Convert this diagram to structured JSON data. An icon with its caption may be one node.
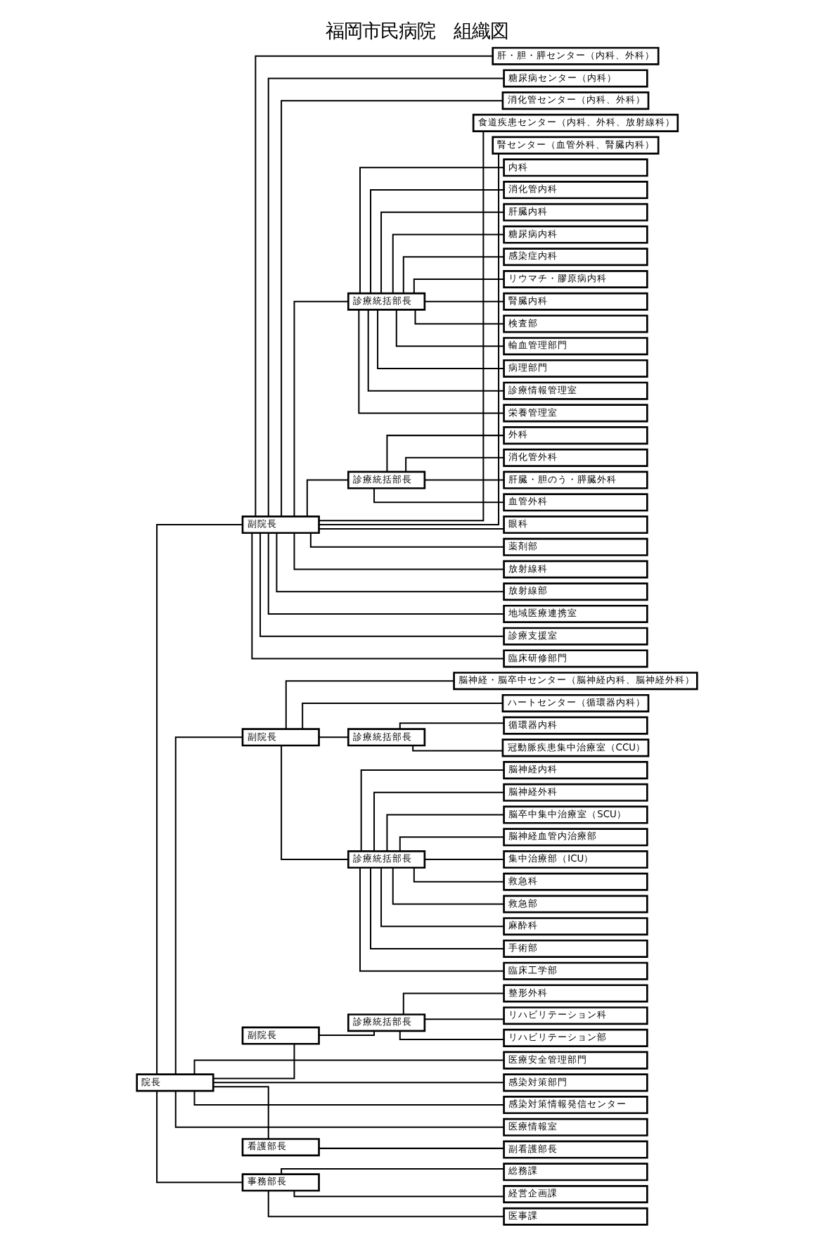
{
  "diagram": {
    "title": "福岡市民病院　組織図",
    "nodes": [
      {
        "text": [
          "院長"
        ]
      },
      {
        "text": [
          "副院長"
        ]
      },
      {
        "text": [
          "肝・胆・膵センター（内科、外科）"
        ]
      },
      {
        "text": [
          "糖尿病センター（内科）"
        ]
      },
      {
        "text": [
          "消化管センター（内科、外科）"
        ]
      },
      {
        "text": [
          "食道疾患センター（内科、外科、放射線科）"
        ]
      },
      {
        "text": [
          "腎センター（血管外科、腎臓内科）"
        ]
      },
      {
        "text": [
          "診療統括部長"
        ]
      },
      {
        "text": [
          "内科"
        ]
      },
      {
        "text": [
          "消化管内科"
        ]
      },
      {
        "text": [
          "肝臓内科"
        ]
      },
      {
        "text": [
          "糖尿病内科"
        ]
      },
      {
        "text": [
          "感染症内科"
        ]
      },
      {
        "text": [
          "リウマチ・膠原病内科"
        ]
      },
      {
        "text": [
          "腎臓内科"
        ]
      },
      {
        "text": [
          "検査部"
        ]
      },
      {
        "text": [
          "輸血管理部門"
        ]
      },
      {
        "text": [
          "病理部門"
        ]
      },
      {
        "text": [
          "診療情報管理室"
        ]
      },
      {
        "text": [
          "栄養管理室"
        ]
      },
      {
        "text": [
          "診療統括部長"
        ]
      },
      {
        "text": [
          "外科"
        ]
      },
      {
        "text": [
          "消化管外科"
        ]
      },
      {
        "text": [
          "肝臓・胆のう・膵臓外科"
        ]
      },
      {
        "text": [
          "血管外科"
        ]
      },
      {
        "text": [
          "眼科"
        ]
      },
      {
        "text": [
          "薬剤部"
        ]
      },
      {
        "text": [
          "放射線科"
        ]
      },
      {
        "text": [
          "放射線部"
        ]
      },
      {
        "text": [
          "地域医療連携室"
        ]
      },
      {
        "text": [
          "診療支援室"
        ]
      },
      {
        "text": [
          "臨床研修部門"
        ]
      },
      {
        "text": [
          "副院長"
        ]
      },
      {
        "text": [
          "脳神経・脳卒中センター（脳神経内科、脳神経外科）"
        ]
      },
      {
        "text": [
          "ハートセンター（循環器内科）"
        ]
      },
      {
        "text": [
          "診療統括部長"
        ]
      },
      {
        "text": [
          "循環器内科"
        ]
      },
      {
        "text": [
          "冠動脈疾患集中治療室（CCU）"
        ]
      },
      {
        "text": [
          "診療統括部長"
        ]
      },
      {
        "text": [
          "脳神経内科"
        ]
      },
      {
        "text": [
          "脳神経外科"
        ]
      },
      {
        "text": [
          "脳卒中集中治療室（SCU）"
        ]
      },
      {
        "text": [
          "脳神経血管内治療部"
        ]
      },
      {
        "text": [
          "集中治療部（ICU）"
        ]
      },
      {
        "text": [
          "救急科"
        ]
      },
      {
        "text": [
          "救急部"
        ]
      },
      {
        "text": [
          "麻酔科"
        ]
      },
      {
        "text": [
          "手術部"
        ]
      },
      {
        "text": [
          "臨床工学部"
        ]
      },
      {
        "text": [
          "副院長"
        ]
      },
      {
        "text": [
          "診療統括部長"
        ]
      },
      {
        "text": [
          "整形外科"
        ]
      },
      {
        "text": [
          "リハビリテーション科"
        ]
      },
      {
        "text": [
          "リハビリテーション部"
        ]
      },
      {
        "text": [
          "医療安全管理部門"
        ]
      },
      {
        "text": [
          "感染対策部門"
        ]
      },
      {
        "text": [
          "感染対策情報発信センター"
        ]
      },
      {
        "text": [
          "医療情報室"
        ]
      },
      {
        "text": [
          "看護部長"
        ]
      },
      {
        "text": [
          "副看護部長"
        ]
      },
      {
        "text": [
          "事務部長"
        ]
      },
      {
        "text": [
          "総務課"
        ]
      },
      {
        "text": [
          "経営企画課"
        ]
      },
      {
        "text": [
          "医事課"
        ]
      }
    ],
    "edges": [
      {
        "from": 0,
        "to": 1,
        "arrow": "none"
      },
      {
        "from": 1,
        "to": 2,
        "arrow": "none"
      },
      {
        "from": 1,
        "to": 3,
        "arrow": "none"
      },
      {
        "from": 1,
        "to": 4,
        "arrow": "none"
      },
      {
        "from": 1,
        "to": 5,
        "arrow": "none"
      },
      {
        "from": 1,
        "to": 6,
        "arrow": "none"
      },
      {
        "from": 1,
        "to": 7,
        "arrow": "none"
      },
      {
        "from": 7,
        "to": 8,
        "arrow": "none"
      },
      {
        "from": 7,
        "to": 9,
        "arrow": "none"
      },
      {
        "from": 7,
        "to": 10,
        "arrow": "none"
      },
      {
        "from": 7,
        "to": 11,
        "arrow": "none"
      },
      {
        "from": 7,
        "to": 12,
        "arrow": "none"
      },
      {
        "from": 7,
        "to": 13,
        "arrow": "none"
      },
      {
        "from": 7,
        "to": 14,
        "arrow": "none"
      },
      {
        "from": 7,
        "to": 15,
        "arrow": "none"
      },
      {
        "from": 7,
        "to": 16,
        "arrow": "none"
      },
      {
        "from": 7,
        "to": 17,
        "arrow": "none"
      },
      {
        "from": 7,
        "to": 18,
        "arrow": "none"
      },
      {
        "from": 7,
        "to": 19,
        "arrow": "none"
      },
      {
        "from": 1,
        "to": 20,
        "arrow": "none"
      },
      {
        "from": 20,
        "to": 21,
        "arrow": "none"
      },
      {
        "from": 20,
        "to": 22,
        "arrow": "none"
      },
      {
        "from": 20,
        "to": 23,
        "arrow": "none"
      },
      {
        "from": 20,
        "to": 24,
        "arrow": "none"
      },
      {
        "from": 1,
        "to": 25,
        "arrow": "none"
      },
      {
        "from": 1,
        "to": 26,
        "arrow": "none"
      },
      {
        "from": 1,
        "to": 27,
        "arrow": "none"
      },
      {
        "from": 1,
        "to": 28,
        "arrow": "none"
      },
      {
        "from": 1,
        "to": 29,
        "arrow": "none"
      },
      {
        "from": 1,
        "to": 30,
        "arrow": "none"
      },
      {
        "from": 1,
        "to": 31,
        "arrow": "none"
      },
      {
        "from": 0,
        "to": 32,
        "arrow": "none"
      },
      {
        "from": 32,
        "to": 33,
        "arrow": "none"
      },
      {
        "from": 32,
        "to": 34,
        "arrow": "none"
      },
      {
        "from": 32,
        "to": 35,
        "arrow": "none"
      },
      {
        "from": 35,
        "to": 36,
        "arrow": "none"
      },
      {
        "from": 35,
        "to": 37,
        "arrow": "none"
      },
      {
        "from": 32,
        "to": 38,
        "arrow": "none"
      },
      {
        "from": 38,
        "to": 39,
        "arrow": "none"
      },
      {
        "from": 38,
        "to": 40,
        "arrow": "none"
      },
      {
        "from": 38,
        "to": 41,
        "arrow": "none"
      },
      {
        "from": 38,
        "to": 42,
        "arrow": "none"
      },
      {
        "from": 38,
        "to": 43,
        "arrow": "none"
      },
      {
        "from": 38,
        "to": 44,
        "arrow": "none"
      },
      {
        "from": 38,
        "to": 45,
        "arrow": "none"
      },
      {
        "from": 38,
        "to": 46,
        "arrow": "none"
      },
      {
        "from": 38,
        "to": 47,
        "arrow": "none"
      },
      {
        "from": 38,
        "to": 48,
        "arrow": "none"
      },
      {
        "from": 0,
        "to": 49,
        "arrow": "none"
      },
      {
        "from": 49,
        "to": 50,
        "arrow": "none"
      },
      {
        "from": 50,
        "to": 51,
        "arrow": "none"
      },
      {
        "from": 50,
        "to": 52,
        "arrow": "none"
      },
      {
        "from": 50,
        "to": 53,
        "arrow": "none"
      },
      {
        "from": 0,
        "to": 54,
        "arrow": "none"
      },
      {
        "from": 0,
        "to": 55,
        "arrow": "none"
      },
      {
        "from": 0,
        "to": 56,
        "arrow": "none"
      },
      {
        "from": 0,
        "to": 57,
        "arrow": "none"
      },
      {
        "from": 0,
        "to": 58,
        "arrow": "none"
      },
      {
        "from": 58,
        "to": 59,
        "arrow": "none"
      },
      {
        "from": 0,
        "to": 60,
        "arrow": "none"
      },
      {
        "from": 60,
        "to": 61,
        "arrow": "none"
      },
      {
        "from": 60,
        "to": 62,
        "arrow": "none"
      },
      {
        "from": 60,
        "to": 63,
        "arrow": "none"
      }
    ]
  }
}
